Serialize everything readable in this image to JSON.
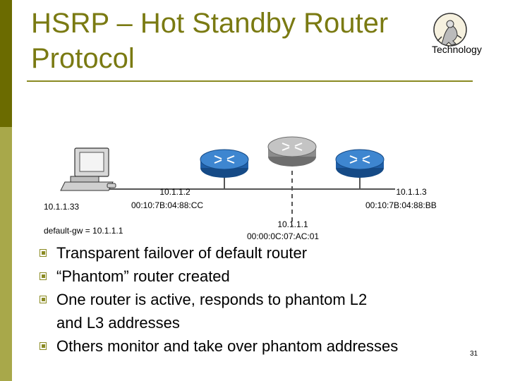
{
  "slide": {
    "title": "HSRP – Hot Standby Router Protocol",
    "logo_text": "Technology",
    "page_number": "31"
  },
  "diagram": {
    "host": {
      "ip": "10.1.1.33",
      "gateway": "default-gw = 10.1.1.1"
    },
    "router_left": {
      "ip": "10.1.1.2",
      "mac": "00:10:7B:04:88:CC"
    },
    "router_right": {
      "ip": "10.1.1.3",
      "mac": "00:10:7B:04:88:BB"
    },
    "router_virtual": {
      "ip": "10.1.1.1",
      "mac": "00:00:0C:07:AC:01"
    },
    "colors": {
      "active_router": "#1f5fa8",
      "virtual_router": "#9a9a9a",
      "wire": "#555555"
    }
  },
  "bullets": [
    "Transparent failover of default router",
    "“Phantom” router created",
    "One router is active, responds to phantom L2 and L3 addresses",
    "Others monitor and take over phantom addresses"
  ]
}
